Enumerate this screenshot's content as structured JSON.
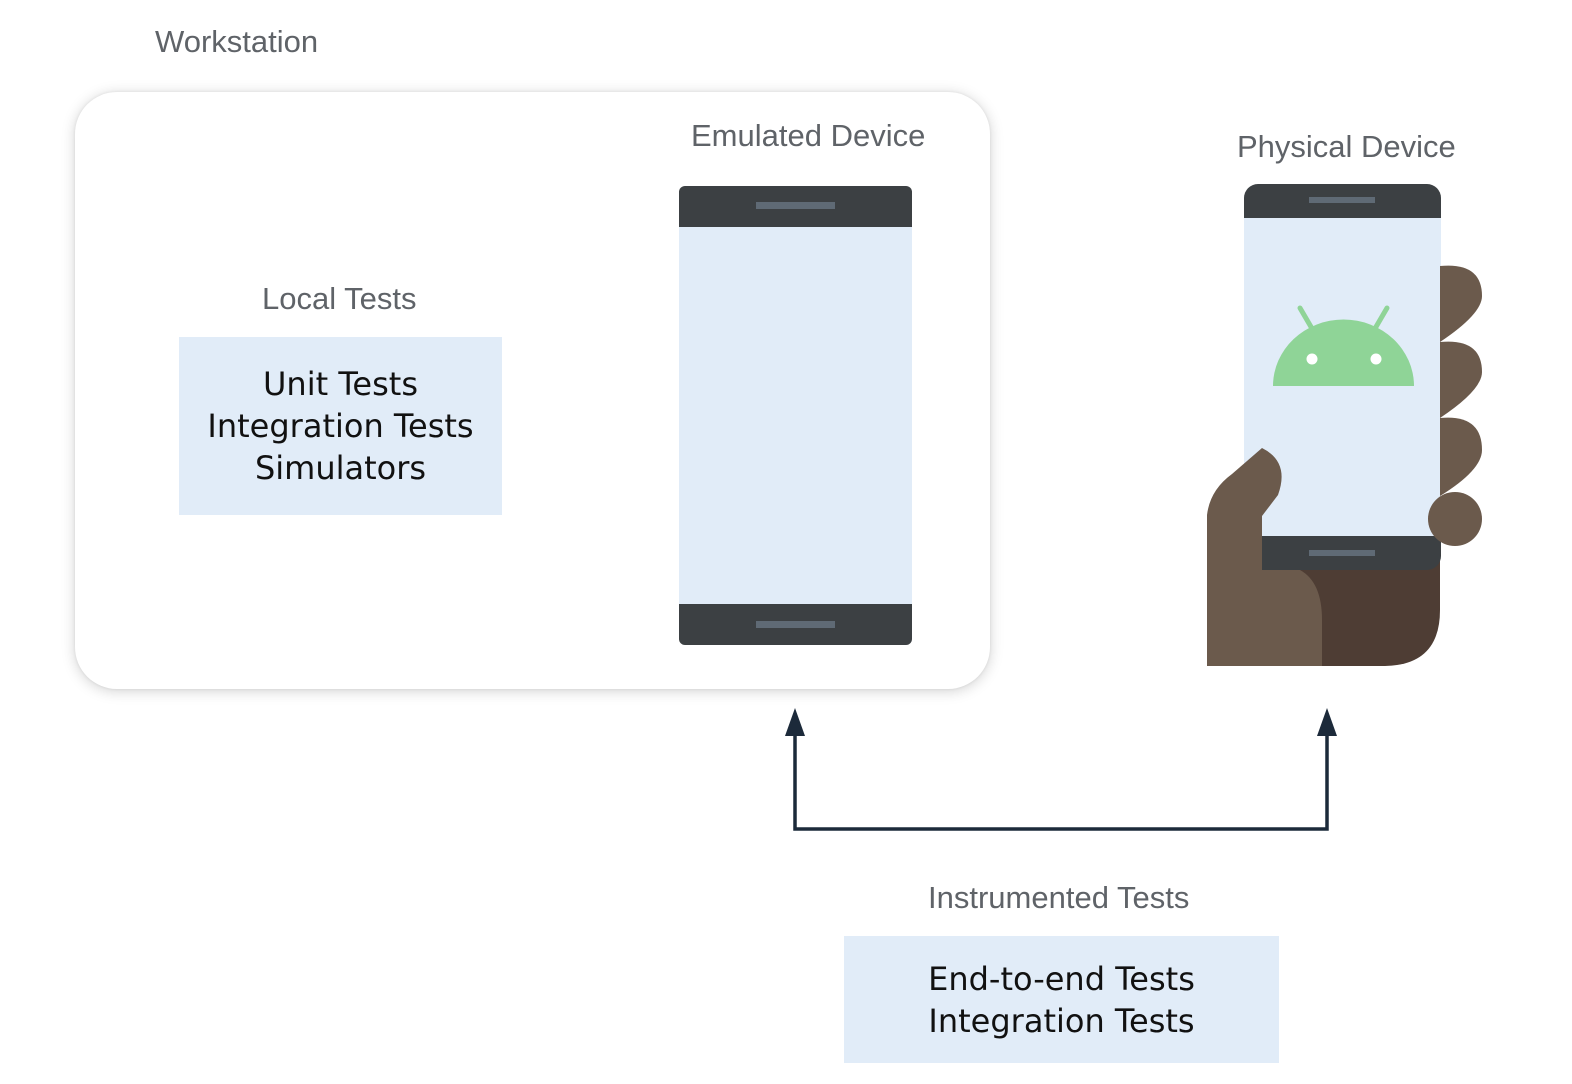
{
  "workstation": {
    "label": "Workstation"
  },
  "local_tests": {
    "label": "Local Tests",
    "items": [
      "Unit Tests",
      "Integration Tests",
      "Simulators"
    ]
  },
  "emulated_device": {
    "label": "Emulated Device"
  },
  "physical_device": {
    "label": "Physical Device",
    "icon": "android-robot-icon"
  },
  "instrumented_tests": {
    "label": "Instrumented Tests",
    "items": [
      "End-to-end Tests",
      "Integration Tests"
    ]
  },
  "colors": {
    "box_fill": "#e1ecf8",
    "device_frame": "#3c4043",
    "screen": "#e1ecf8",
    "android": "#8fd497",
    "hand": "#6b5a4c",
    "hand_shadow": "#4e3d34",
    "arrow": "#1c2a3a",
    "label_text": "#5f6368"
  }
}
